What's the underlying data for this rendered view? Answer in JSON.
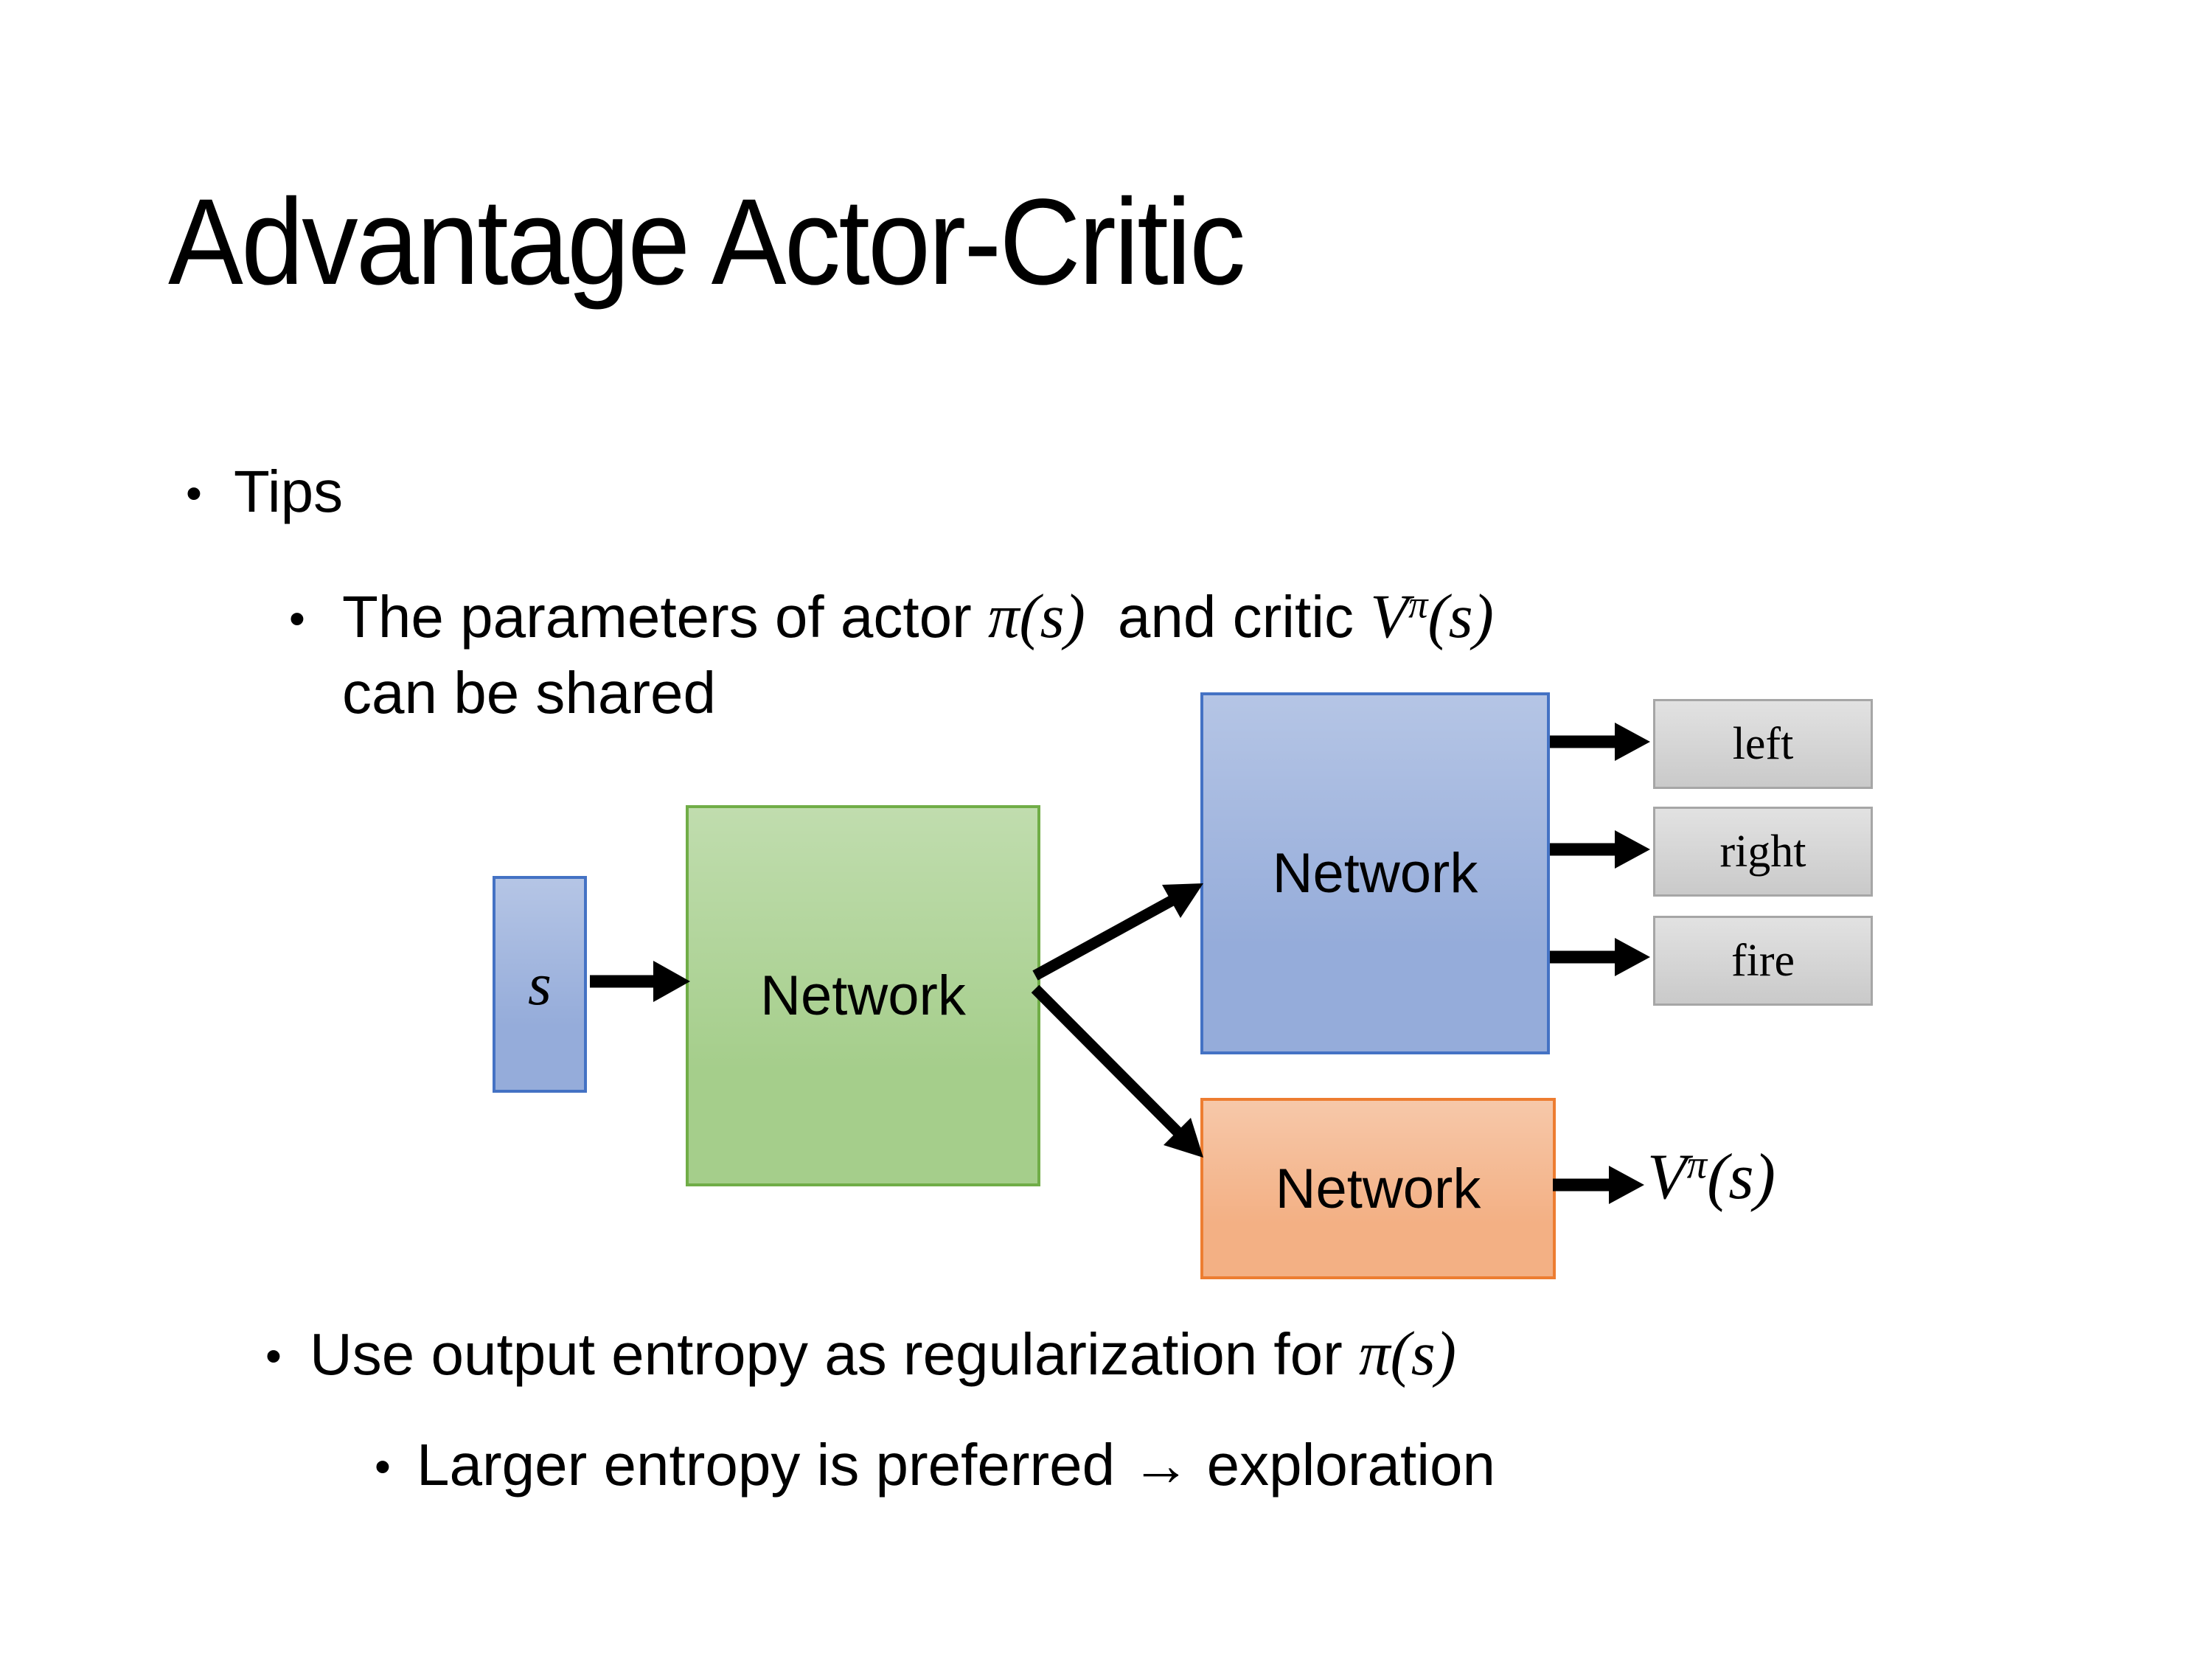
{
  "slide": {
    "title": "Advantage Actor-Critic",
    "bullet_char": "•",
    "bullets": {
      "tips": "Tips",
      "param_pre": "The parameters of actor ",
      "param_actor_math": "π(s)",
      "param_mid": "and critic ",
      "param_critic_V": "V",
      "param_critic_sup": "π",
      "param_critic_args": "(s)",
      "param_line2": "can be shared",
      "entropy_pre": "Use output entropy as regularization for ",
      "entropy_math": "π(s)",
      "entropy_sub": "Larger entropy is preferred → exploration"
    },
    "diagram": {
      "state_label": "s",
      "shared_network": "Network",
      "actor_network": "Network",
      "critic_network": "Network",
      "action_left": "left",
      "action_right": "right",
      "action_fire": "fire",
      "value_V": "V",
      "value_sup": "π",
      "value_args": "(s)"
    },
    "colors": {
      "state_fill": "#95ACDA",
      "state_border": "#4472C4",
      "shared_fill": "#A5CE8B",
      "shared_border": "#70AD47",
      "actor_fill": "#95ACDA",
      "actor_border": "#4472C4",
      "critic_fill": "#F3B084",
      "critic_border": "#ED7D31",
      "action_fill": "#D2D2D2",
      "action_border": "#A6A6A6",
      "arrow": "#000000"
    }
  }
}
